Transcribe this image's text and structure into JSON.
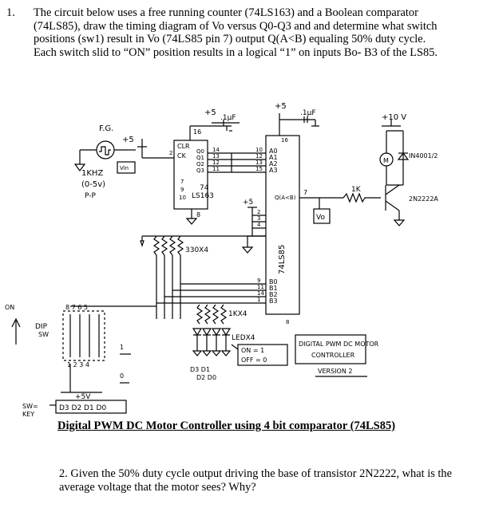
{
  "question1": {
    "number": "1.",
    "lines": [
      "The circuit below uses a free running counter (74LS163) and a Boolean comparator",
      "(74LS85), draw the timing diagram of Vo versus Q0-Q3 and and determine what switch",
      "positions (sw1) result in Vo (74LS85 pin 7) output Q(A<B) equaling 50% duty cycle.",
      "Each switch slid to “ON” position results in a logical “1” on inputs Bo- B3 of the LS85."
    ]
  },
  "schematic": {
    "fig_label": "F.G.",
    "fg_freq": "1KHZ",
    "fg_range": "(0-5v)",
    "fg_pp": "P-P",
    "fg_vin": "Vin",
    "plus5_fg": "+5",
    "plus5_top": "+5",
    "cap_top": ".1μF",
    "plus5_85": "+5",
    "cap_85": ".1μF",
    "plus10": "+10 V",
    "counter_name": "74",
    "counter_part": "LS163",
    "counter_pins": {
      "p16": "16",
      "clr": "CLR",
      "ck": "CK",
      "q0": "Q0",
      "q1": "Q1",
      "q2": "Q2",
      "q3": "Q3",
      "p2": "2",
      "p7": "7",
      "p9": "9",
      "p10": "10",
      "p14": "14",
      "p13": "13",
      "p12": "12",
      "p11": "11",
      "p8": "8"
    },
    "comp_pins": {
      "p16": "16",
      "p10": "10",
      "p12": "12",
      "p13": "13",
      "p15": "15",
      "a0": "A0",
      "a1": "A1",
      "a2": "A2",
      "a3": "A3",
      "qab": "Q(A<B)",
      "p7": "7",
      "p2": "2",
      "p3": "3",
      "p4": "4",
      "p9": "9",
      "p11": "11",
      "p14": "14",
      "p1": "1",
      "b0": "B0",
      "b1": "B1",
      "b2": "B2",
      "b3": "B3",
      "p8": "8",
      "plus5_in": "+5"
    },
    "comp_part": "74LS85",
    "vo": "Vo",
    "res_330": "330X4",
    "res_1k": "1KX4",
    "led": "LEDX4",
    "led_legend_on": "ON = 1",
    "led_legend_off": "OFF = 0",
    "dip_label": "DIP",
    "dip_sw": "SW",
    "on_label": "ON",
    "dip_top_nums": "8 7 6 5",
    "dip_bot_nums": "1 2 3 4",
    "dip_one": "1",
    "dip_zero": "0",
    "d_labels_1": "D3  D1",
    "d_labels_2": "D2  D0",
    "plus5v_dip": "+5V",
    "sw_key": "SW=",
    "key": "KEY",
    "key_order": "D3 D2 D1 D0",
    "res_1k_motor": "1K",
    "diode": "IN4001/2",
    "transistor": "2N2222A",
    "motor": "M",
    "title_line1": "DIGITAL PWM DC MOTOR",
    "title_line2": "CONTROLLER",
    "version": "VERSION 2"
  },
  "caption": "Digital PWM DC Motor Controller using 4 bit comparator (74LS85)",
  "question2": {
    "number": "2.",
    "text": "Given the 50% duty cycle output driving the base of transistor 2N2222, what is the average voltage that the motor sees? Why?"
  }
}
